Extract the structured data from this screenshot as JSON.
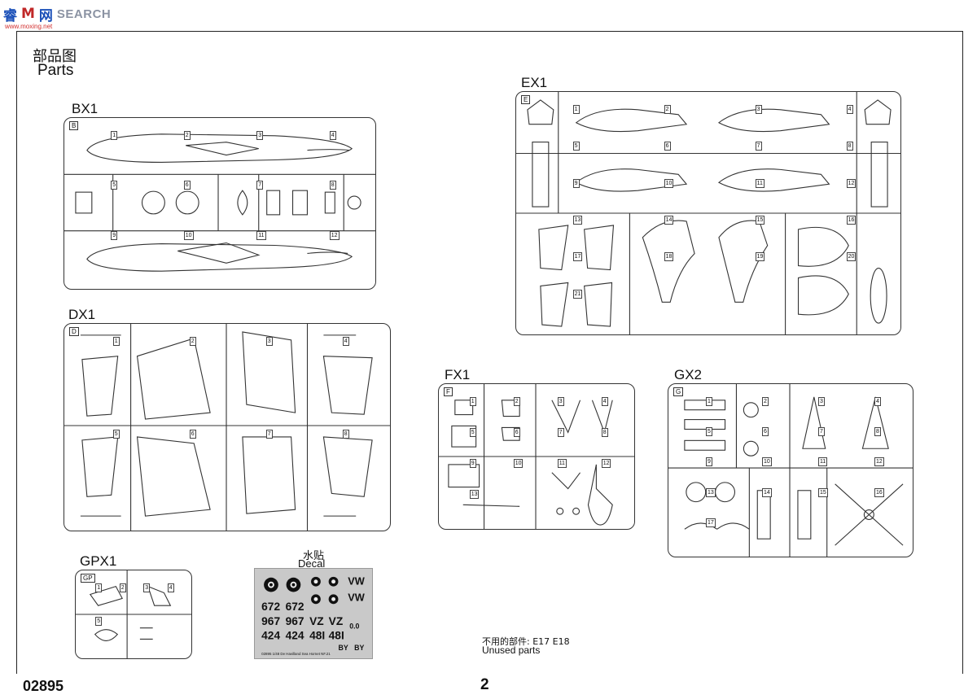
{
  "watermark": {
    "brand_cn": "睿",
    "brand_mid": "M",
    "brand_cn2": "网",
    "search": "SEARCH",
    "sub": "www.moxing.net"
  },
  "header": {
    "title_cn": "部品图",
    "title_en": "Parts"
  },
  "sprues": {
    "bx1": {
      "label": "BX1",
      "letter": "B",
      "numbers": [
        "1",
        "2",
        "3",
        "4",
        "5",
        "6",
        "7",
        "8",
        "9",
        "10",
        "11",
        "12"
      ]
    },
    "dx1": {
      "label": "DX1",
      "letter": "D",
      "numbers": [
        "1",
        "2",
        "3",
        "4",
        "5",
        "6",
        "7",
        "8"
      ]
    },
    "ex1": {
      "label": "EX1",
      "letter": "E",
      "numbers": [
        "1",
        "2",
        "3",
        "4",
        "5",
        "6",
        "7",
        "8",
        "9",
        "10",
        "11",
        "12",
        "13",
        "14",
        "15",
        "16",
        "17",
        "18",
        "19",
        "20",
        "21"
      ]
    },
    "fx1": {
      "label": "FX1",
      "letter": "F",
      "numbers": [
        "1",
        "2",
        "3",
        "4",
        "5",
        "6",
        "7",
        "8",
        "9",
        "10",
        "11",
        "12",
        "13"
      ]
    },
    "gx2": {
      "label": "GX2",
      "letter": "G",
      "numbers": [
        "1",
        "2",
        "3",
        "4",
        "5",
        "6",
        "7",
        "8",
        "9",
        "10",
        "11",
        "12",
        "13",
        "14",
        "15",
        "16",
        "17"
      ]
    },
    "gpx1": {
      "label": "GPX1",
      "letter": "GP",
      "numbers": [
        "1",
        "2",
        "3",
        "4",
        "5"
      ]
    }
  },
  "decal": {
    "label_cn": "水贴",
    "label_en": "Decal",
    "codes": [
      "VW",
      "VW",
      "672",
      "672",
      "967",
      "967",
      "VZ",
      "VZ",
      "424",
      "424",
      "48I",
      "48I",
      "BY",
      "BY",
      "0.0"
    ],
    "caption": "02895 1/48 De Havilland Sea Hornet NF.21"
  },
  "unused": {
    "cn": "不用的部件: E17 E18",
    "en": "Unused parts"
  },
  "footer": {
    "code": "02895",
    "page": "2"
  }
}
